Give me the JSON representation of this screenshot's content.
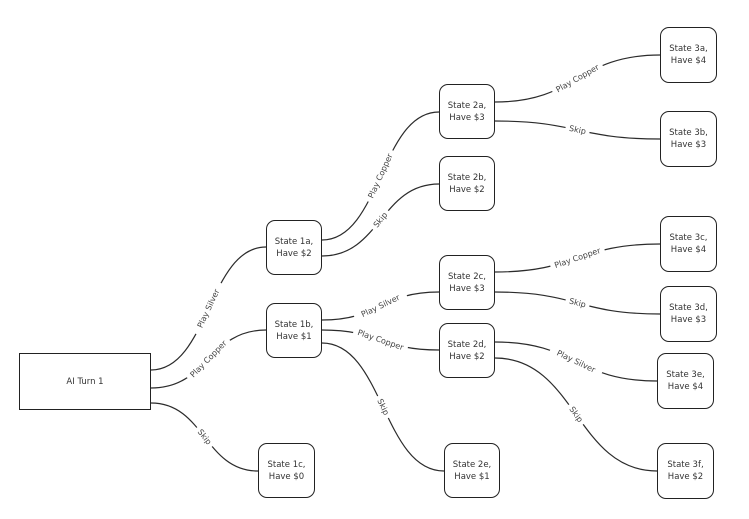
{
  "nodes": {
    "root": {
      "label": "AI Turn 1"
    },
    "s1a": {
      "line1": "State 1a,",
      "line2": "Have $2"
    },
    "s1b": {
      "line1": "State 1b,",
      "line2": "Have $1"
    },
    "s1c": {
      "line1": "State 1c,",
      "line2": "Have $0"
    },
    "s2a": {
      "line1": "State 2a,",
      "line2": "Have $3"
    },
    "s2b": {
      "line1": "State 2b,",
      "line2": "Have $2"
    },
    "s2c": {
      "line1": "State 2c,",
      "line2": "Have $3"
    },
    "s2d": {
      "line1": "State 2d,",
      "line2": "Have $2"
    },
    "s2e": {
      "line1": "State 2e,",
      "line2": "Have $1"
    },
    "s3a": {
      "line1": "State 3a,",
      "line2": "Have $4"
    },
    "s3b": {
      "line1": "State 3b,",
      "line2": "Have $3"
    },
    "s3c": {
      "line1": "State 3c,",
      "line2": "Have $4"
    },
    "s3d": {
      "line1": "State 3d,",
      "line2": "Have $3"
    },
    "s3e": {
      "line1": "State 3e,",
      "line2": "Have $4"
    },
    "s3f": {
      "line1": "State 3f,",
      "line2": "Have $2"
    }
  },
  "edges": [
    {
      "id": "root-s1a",
      "label": "Play Silver"
    },
    {
      "id": "root-s1b",
      "label": "Play Copper"
    },
    {
      "id": "root-s1c",
      "label": "Skip"
    },
    {
      "id": "s1a-s2a",
      "label": "Play Copper"
    },
    {
      "id": "s1a-s2b",
      "label": "Skip"
    },
    {
      "id": "s1b-s2c",
      "label": "Play Silver"
    },
    {
      "id": "s1b-s2d",
      "label": "Play Copper"
    },
    {
      "id": "s1b-s2e",
      "label": "Skip"
    },
    {
      "id": "s2a-s3a",
      "label": "Play Copper"
    },
    {
      "id": "s2a-s3b",
      "label": "Skip"
    },
    {
      "id": "s2c-s3c",
      "label": "Play Copper"
    },
    {
      "id": "s2c-s3d",
      "label": "Skip"
    },
    {
      "id": "s2d-s3e",
      "label": "Play Silver"
    },
    {
      "id": "s2d-s3f",
      "label": "Skip"
    }
  ]
}
